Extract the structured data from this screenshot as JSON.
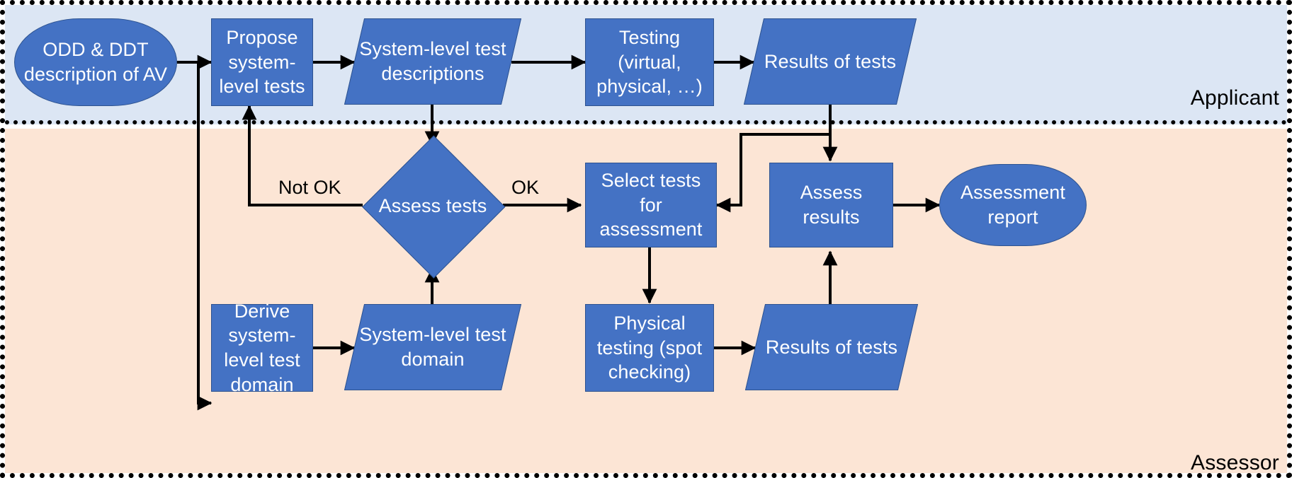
{
  "diagram": {
    "title": "AV assessment test process",
    "colors": {
      "node_fill": "#4472C4",
      "node_stroke": "#2E538F",
      "applicant_band": "#DCE6F4",
      "assessor_band": "#FCE5D5",
      "connector": "#000000",
      "node_text": "#FFFFFF",
      "label_text": "#000000"
    },
    "swimlanes": [
      {
        "id": "applicant",
        "label": "Applicant"
      },
      {
        "id": "assessor",
        "label": "Assessor"
      }
    ],
    "nodes": [
      {
        "id": "odd",
        "label": "ODD & DDT description of AV",
        "shape": "terminator",
        "lane": "applicant"
      },
      {
        "id": "propose",
        "label": "Propose system-level tests",
        "shape": "process",
        "lane": "applicant"
      },
      {
        "id": "sys_test_desc",
        "label": "System-level test descriptions",
        "shape": "data",
        "lane": "applicant"
      },
      {
        "id": "testing",
        "label": "Testing (virtual, physical, …)",
        "shape": "process",
        "lane": "applicant"
      },
      {
        "id": "results_top",
        "label": "Results of tests",
        "shape": "data",
        "lane": "applicant"
      },
      {
        "id": "assess_tests",
        "label": "Assess tests",
        "shape": "decision",
        "lane": "assessor"
      },
      {
        "id": "select_tests",
        "label": "Select tests for assessment",
        "shape": "process",
        "lane": "assessor"
      },
      {
        "id": "assess_results",
        "label": "Assess results",
        "shape": "process",
        "lane": "assessor"
      },
      {
        "id": "report",
        "label": "Assessment report",
        "shape": "terminator",
        "lane": "assessor"
      },
      {
        "id": "derive",
        "label": "Derive system-level test domain",
        "shape": "process",
        "lane": "assessor"
      },
      {
        "id": "sys_test_dom",
        "label": "System-level test domain",
        "shape": "data",
        "lane": "assessor"
      },
      {
        "id": "phys_testing",
        "label": "Physical testing (spot checking)",
        "shape": "process",
        "lane": "assessor"
      },
      {
        "id": "results_bottom",
        "label": "Results of tests",
        "shape": "data",
        "lane": "assessor"
      }
    ],
    "edge_labels": [
      {
        "id": "not_ok",
        "text": "Not OK"
      },
      {
        "id": "ok",
        "text": "OK"
      }
    ],
    "edges": [
      {
        "from": "odd",
        "to": "propose",
        "label": ""
      },
      {
        "from": "odd",
        "to": "derive",
        "label": ""
      },
      {
        "from": "propose",
        "to": "sys_test_desc",
        "label": ""
      },
      {
        "from": "sys_test_desc",
        "to": "testing",
        "label": ""
      },
      {
        "from": "sys_test_desc",
        "to": "assess_tests",
        "label": ""
      },
      {
        "from": "testing",
        "to": "results_top",
        "label": ""
      },
      {
        "from": "results_top",
        "to": "assess_results",
        "label": ""
      },
      {
        "from": "results_top",
        "to": "select_tests",
        "label": ""
      },
      {
        "from": "assess_tests",
        "to": "propose",
        "label": "Not OK"
      },
      {
        "from": "assess_tests",
        "to": "select_tests",
        "label": "OK"
      },
      {
        "from": "select_tests",
        "to": "phys_testing",
        "label": ""
      },
      {
        "from": "assess_results",
        "to": "report",
        "label": ""
      },
      {
        "from": "derive",
        "to": "sys_test_dom",
        "label": ""
      },
      {
        "from": "sys_test_dom",
        "to": "assess_tests",
        "label": ""
      },
      {
        "from": "phys_testing",
        "to": "results_bottom",
        "label": ""
      },
      {
        "from": "results_bottom",
        "to": "assess_results",
        "label": ""
      }
    ]
  }
}
